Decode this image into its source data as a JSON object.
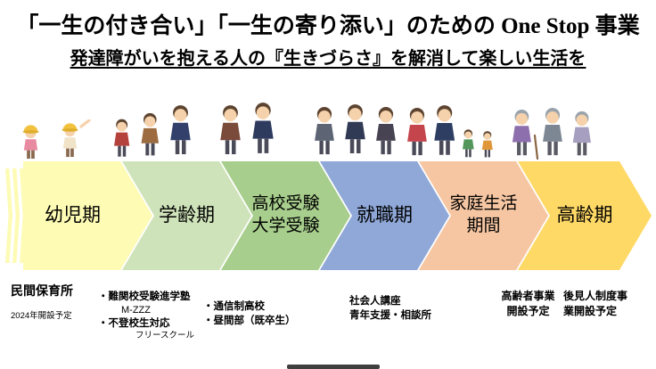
{
  "title": "「一生の付き合い」「一生の寄り添い」のための One Stop 事業",
  "subtitle": "発達障がいを抱える人の『生きづらさ』を解消して楽しい生活を",
  "stages": [
    {
      "label": "幼児期",
      "color": "#FDFBB4",
      "icon": "toddlers-icon",
      "notes": [
        "民間保育所",
        "2024年開設予定"
      ]
    },
    {
      "label": "学齢期",
      "color": "#CFE3BA",
      "icon": "school-children-icon",
      "notes": [
        "・難関校受験進学塾",
        "M-ZZZ",
        "・不登校生対応",
        "フリースクール"
      ]
    },
    {
      "label": "高校受験\n大学受験",
      "color": "#A7CE8C",
      "icon": "students-icon",
      "notes": [
        "・通信制高校",
        "・昼間部（既卒生）"
      ]
    },
    {
      "label": "就職期",
      "color": "#8FA8D8",
      "icon": "workers-icon",
      "notes": [
        "社会人講座",
        "青年支援・相談所"
      ]
    },
    {
      "label": "家庭生活\n期間",
      "color": "#F6C6A2",
      "icon": "family-icon",
      "notes": [
        "高齢者事業\n開設予定"
      ]
    },
    {
      "label": "高齢期",
      "color": "#FFD966",
      "icon": "seniors-icon",
      "notes": [
        "後見人制度事\n業開設予定"
      ]
    }
  ]
}
